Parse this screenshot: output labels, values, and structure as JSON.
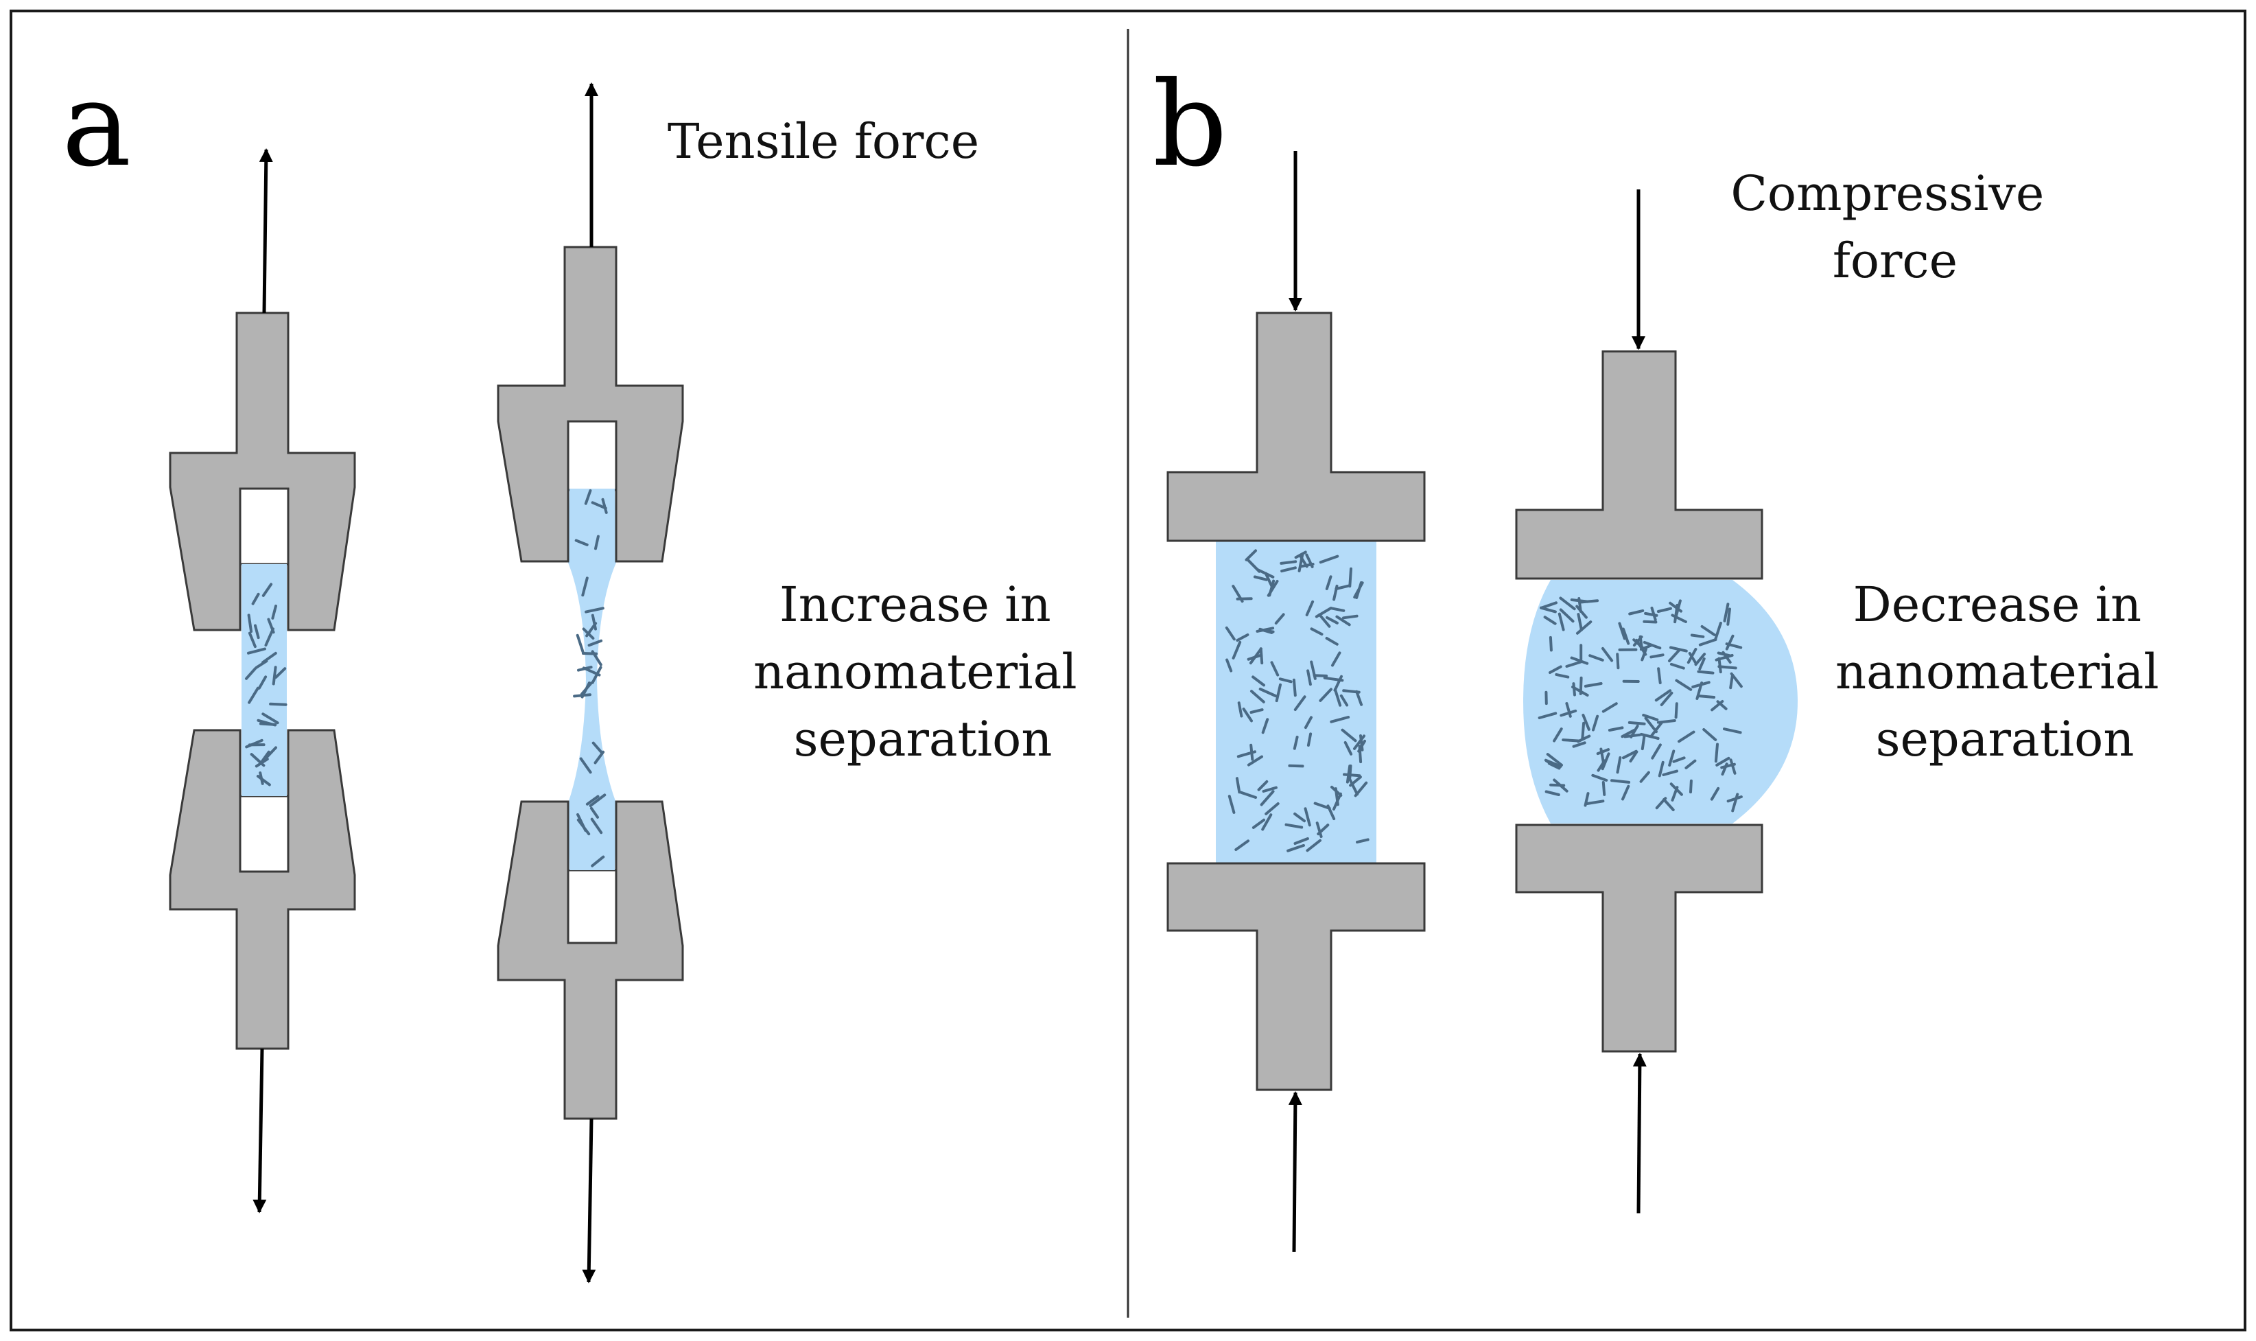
{
  "panels": {
    "a": {
      "letter": "a",
      "force_label": "Tensile force",
      "effect_lines": [
        "Increase in",
        "nanomaterial",
        "separation"
      ]
    },
    "b": {
      "letter": "b",
      "force_label_lines": [
        "Compressive",
        "force"
      ],
      "effect_lines": [
        "Decrease in",
        "nanomaterial",
        "separation"
      ]
    }
  },
  "colors": {
    "grip": "#b3b3b3",
    "grip_stroke": "#3a3a3a",
    "sample": "#b5dcf9",
    "particles": "#4a6a85",
    "frame": "#1a1a1a",
    "arrow": "#000000"
  }
}
